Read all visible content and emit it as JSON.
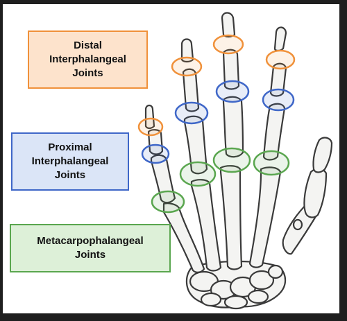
{
  "labels": {
    "distal": [
      "Distal",
      "Interphalangeal",
      "Joints"
    ],
    "proximal": [
      "Proximal",
      "Interphalangeal",
      "Joints"
    ],
    "metacarpophalangeal": [
      "Metacarpophalangeal",
      "Joints"
    ]
  },
  "colors": {
    "distal": "#f0913a",
    "proximal": "#3f67c8",
    "metacarpophalangeal": "#5aa64f",
    "bone_fill": "#f4f4f2",
    "bone_stroke": "#3a3a3a"
  }
}
